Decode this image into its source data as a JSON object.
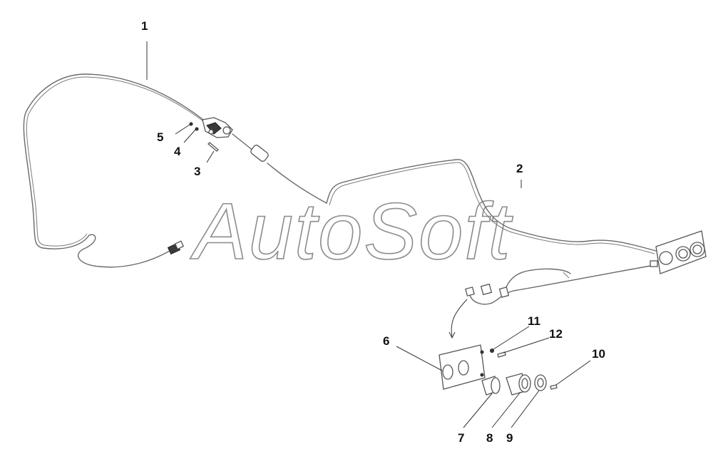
{
  "watermark": {
    "text": "AutoSoft"
  },
  "callouts": {
    "c1": "1",
    "c2": "2",
    "c3": "3",
    "c4": "4",
    "c5": "5",
    "c6": "6",
    "c7": "7",
    "c8": "8",
    "c9": "9",
    "c10": "10",
    "c11": "11",
    "c12": "12"
  },
  "colors": {
    "line": "#555555",
    "text": "#111111",
    "watermark_outline": "#8c8c8c"
  }
}
